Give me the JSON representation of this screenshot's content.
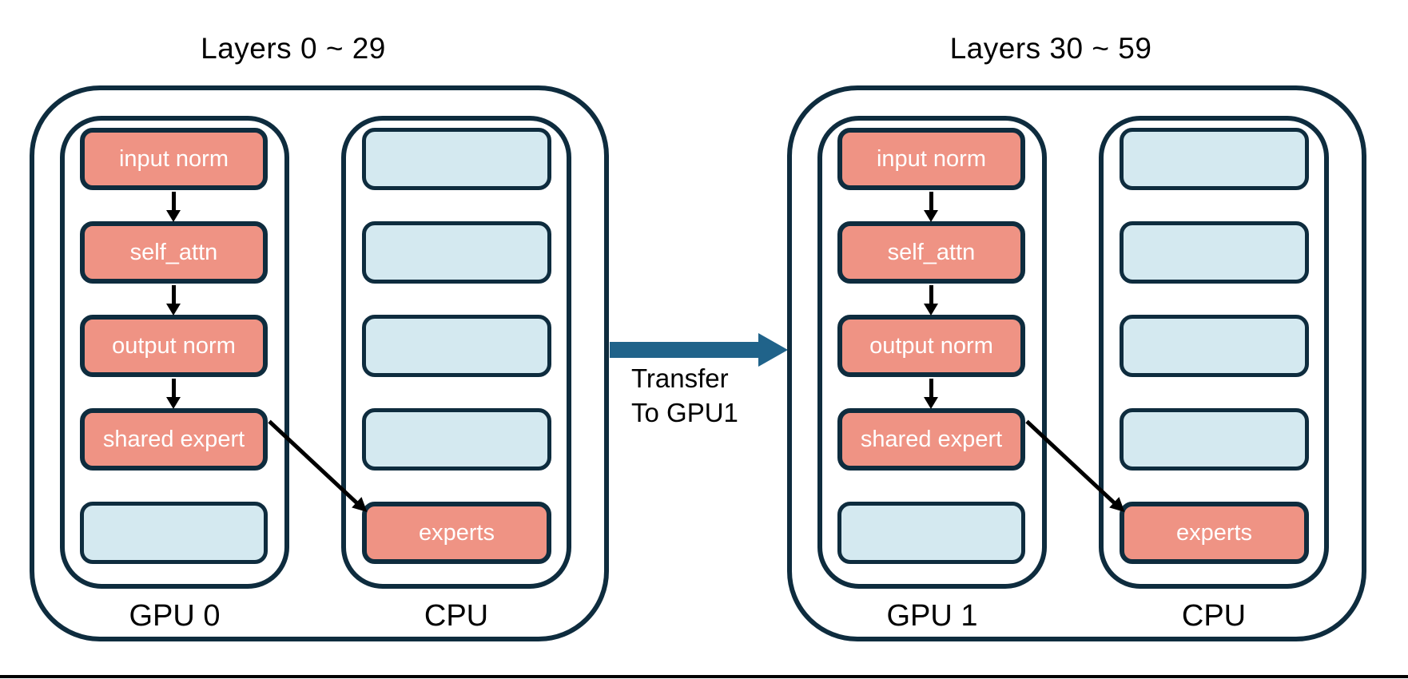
{
  "diagram": {
    "colors": {
      "outline": "#0E2C3E",
      "module_fill": "#EF9384",
      "empty_fill": "#D4E9F0",
      "transfer_arrow": "#20638A",
      "module_text": "#ffffff",
      "label_text": "#000000",
      "background": "#ffffff"
    },
    "groups": [
      {
        "title": "Layers 0 ~ 29",
        "gpu_label": "GPU 0",
        "cpu_label": "CPU",
        "gpu_boxes": [
          {
            "label": "input norm",
            "type": "module"
          },
          {
            "label": "self_attn",
            "type": "module"
          },
          {
            "label": "output norm",
            "type": "module"
          },
          {
            "label": "shared expert",
            "type": "module"
          },
          {
            "label": "",
            "type": "empty"
          }
        ],
        "cpu_boxes": [
          {
            "label": "",
            "type": "empty"
          },
          {
            "label": "",
            "type": "empty"
          },
          {
            "label": "",
            "type": "empty"
          },
          {
            "label": "",
            "type": "empty"
          },
          {
            "label": "experts",
            "type": "module"
          }
        ]
      },
      {
        "title": "Layers 30 ~ 59",
        "gpu_label": "GPU 1",
        "cpu_label": "CPU",
        "gpu_boxes": [
          {
            "label": "input norm",
            "type": "module"
          },
          {
            "label": "self_attn",
            "type": "module"
          },
          {
            "label": "output norm",
            "type": "module"
          },
          {
            "label": "shared expert",
            "type": "module"
          },
          {
            "label": "",
            "type": "empty"
          }
        ],
        "cpu_boxes": [
          {
            "label": "",
            "type": "empty"
          },
          {
            "label": "",
            "type": "empty"
          },
          {
            "label": "",
            "type": "empty"
          },
          {
            "label": "",
            "type": "empty"
          },
          {
            "label": "experts",
            "type": "module"
          }
        ]
      }
    ],
    "transfer": {
      "label": "Transfer\nTo GPU1"
    }
  }
}
